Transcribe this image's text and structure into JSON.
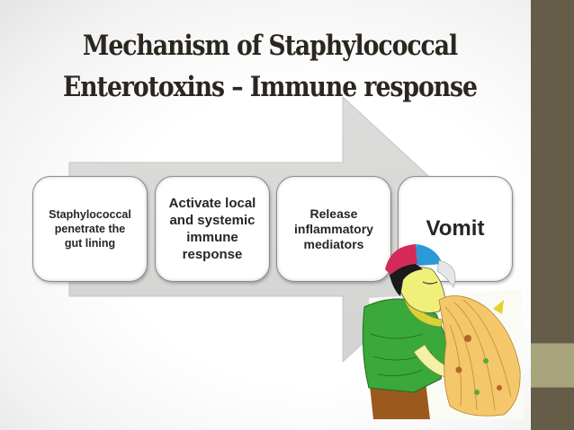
{
  "slide": {
    "title_lines": [
      "Mechanism of Staphylococcal",
      "Enterotoxins – Immune response"
    ],
    "steps": [
      {
        "label": "Staphylococcal penetrate the gut lining",
        "lines": [
          "Staphylococcal",
          "penetrate the",
          "gut lining"
        ]
      },
      {
        "label": "Activate local and systemic immune response",
        "lines": [
          "Activate local",
          "and systemic",
          "immune",
          "response"
        ]
      },
      {
        "label": "Release inflammatory mediators",
        "lines": [
          "Release",
          "inflammatory",
          "mediators"
        ]
      },
      {
        "label": "Vomit",
        "lines": [
          "Vomit"
        ]
      }
    ],
    "illustration": "vomiting-person-cartoon",
    "colors": {
      "title": "#2b2720",
      "arrow": "#d9d9d7",
      "sidebar": "#665d48",
      "sidebar_band": "#a8a47c",
      "box_border": "#8c8c8c"
    }
  }
}
